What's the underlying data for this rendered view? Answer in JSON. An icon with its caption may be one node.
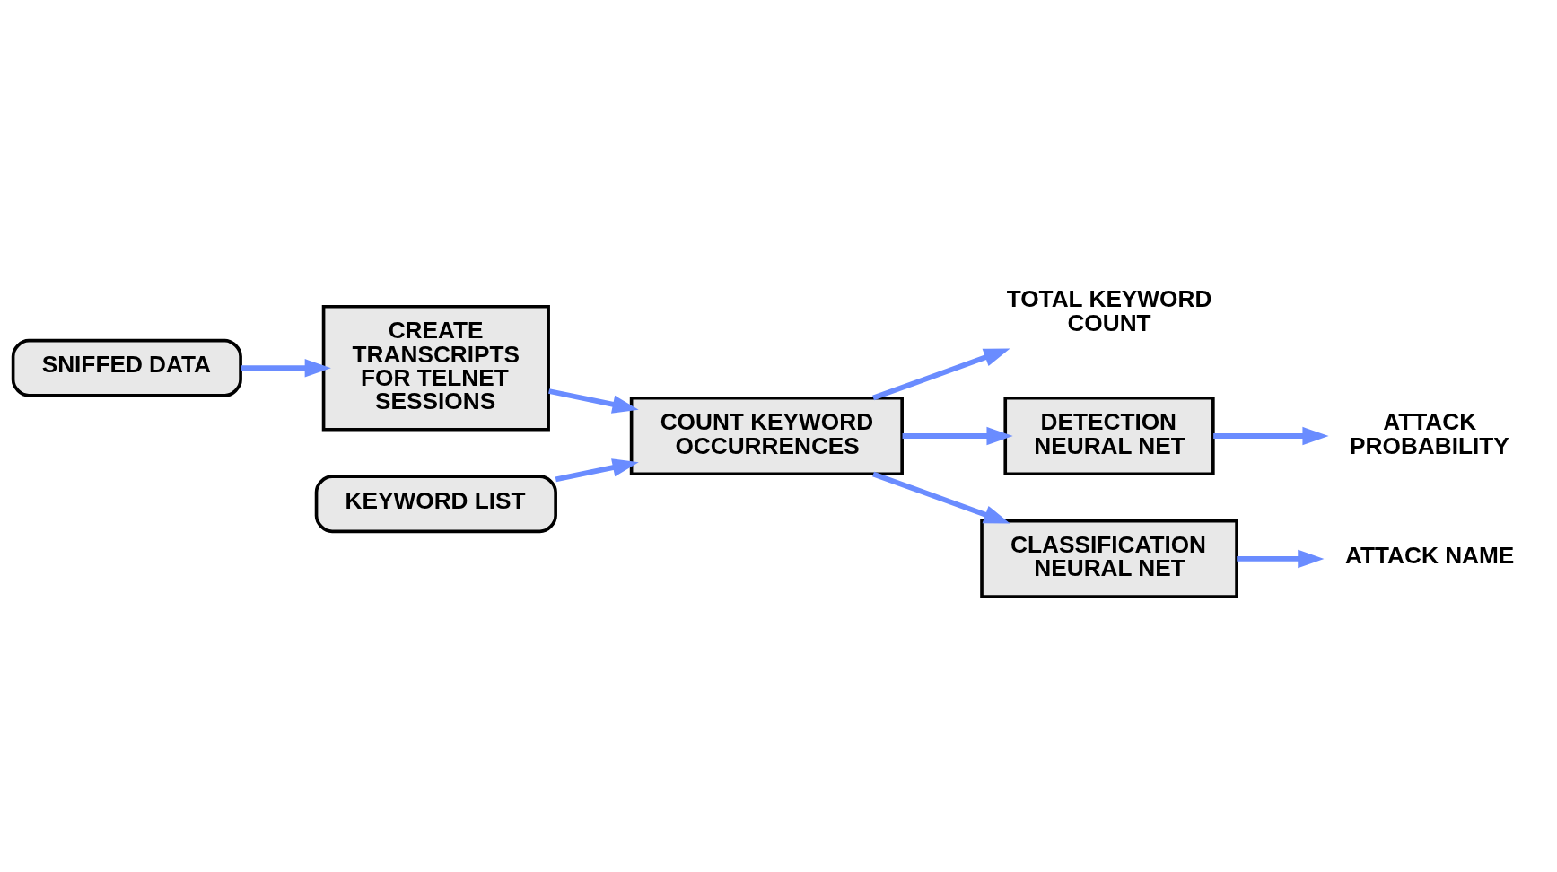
{
  "diagram": {
    "nodes": [
      {
        "text": [
          "SNIFFED DATA"
        ]
      },
      {
        "text": [
          "CREATE TRANSCRIPTS FOR TELNET SESSIONS"
        ]
      },
      {
        "text": [
          "KEYWORD LIST"
        ]
      },
      {
        "text": [
          "COUNT KEYWORD OCCURRENCES"
        ]
      },
      {
        "text": [
          "TOTAL KEYWORD COUNT"
        ]
      },
      {
        "text": [
          "DETECTION NEURAL NET"
        ]
      },
      {
        "text": [
          "ATTACK PROBABILITY"
        ]
      },
      {
        "text": [
          "CLASSIFICATION NEURAL NET"
        ]
      },
      {
        "text": [
          "ATTACK NAME"
        ]
      }
    ],
    "edges": [
      {
        "from": 0,
        "to": 1,
        "arrow": "to"
      },
      {
        "from": 1,
        "to": 3,
        "arrow": "to"
      },
      {
        "from": 2,
        "to": 3,
        "arrow": "to"
      },
      {
        "from": 3,
        "to": 4,
        "arrow": "to"
      },
      {
        "from": 3,
        "to": 5,
        "arrow": "to"
      },
      {
        "from": 3,
        "to": 7,
        "arrow": "to"
      },
      {
        "from": 5,
        "to": 6,
        "arrow": "to"
      },
      {
        "from": 7,
        "to": 8,
        "arrow": "to"
      }
    ]
  }
}
